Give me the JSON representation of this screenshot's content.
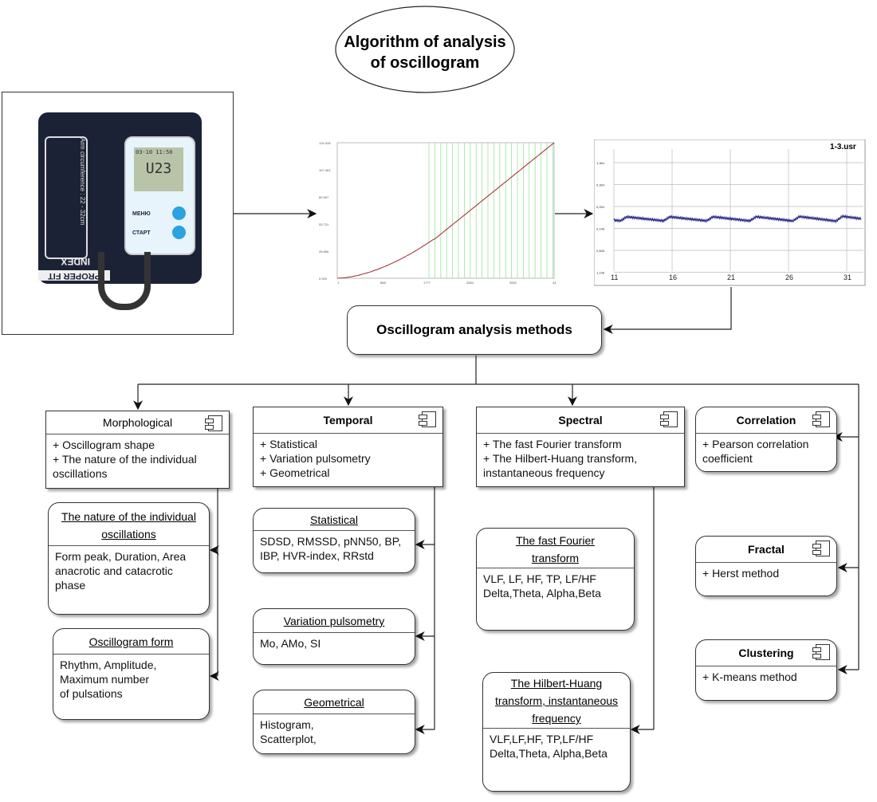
{
  "title": "Algorithm of analysis of oscillogram",
  "device": {
    "screen_date": "03-10",
    "screen_time": "11:50",
    "screen_value": "U23",
    "menu_button": "МЕНЮ",
    "start_button": "СТАРТ",
    "cuff_labels": [
      "INDEX",
      "PROPER FIT",
      "Arm circumference : 22 - 32cm"
    ]
  },
  "chart1": {
    "y_ticks": [
      "0.000",
      "26.866",
      "53.731",
      "80.597",
      "107.463",
      "134.328"
    ],
    "x_ticks": [
      "1",
      "888",
      "1777",
      "2664",
      "3552",
      "44.."
    ]
  },
  "chart2": {
    "title": "1-3.usr",
    "x_ticks": [
      "11",
      "16",
      "21",
      "26",
      "31"
    ],
    "y_ticks": [
      "1,364",
      "0,364",
      "0,264",
      "0,148",
      "0,848",
      "1,148"
    ]
  },
  "methods": {
    "label": "Oscillogram analysis methods"
  },
  "morphological": {
    "title": "Morphological",
    "items": [
      "+ Oscillogram shape",
      "+ The nature of the individual oscillations"
    ]
  },
  "temporal": {
    "title": "Temporal",
    "items": [
      "+ Statistical",
      "+ Variation pulsometry",
      "+ Geometrical"
    ]
  },
  "spectral": {
    "title": "Spectral",
    "items": [
      "+ The fast Fourier transform",
      "+ The Hilbert-Huang transform, instantaneous frequency"
    ]
  },
  "correlation": {
    "title": "Correlation",
    "items": [
      "+ Pearson correlation coefficient"
    ]
  },
  "fractal": {
    "title": "Fractal",
    "items": [
      "+ Herst method"
    ]
  },
  "clustering": {
    "title": "Clustering",
    "items": [
      "+ K-means method"
    ]
  },
  "nature": {
    "title": "The nature of the individual oscillations",
    "body": "Form peak, Duration, Area anacrotic and catacrotic phase"
  },
  "form": {
    "title": "Oscillogram form",
    "body": "Rhythm, Amplitude, Maximum number of pulsations"
  },
  "statistical": {
    "title": "Statistical",
    "body": "SDSD, RMSSD, pNN50, BP, IBP, HVR-index, RRstd"
  },
  "variation": {
    "title": "Variation pulsometry",
    "body": "Mo, AMo, SI"
  },
  "geometrical": {
    "title": "Geometrical",
    "body": "Histogram, Scatterplot,"
  },
  "fft": {
    "title": "The fast Fourier transform",
    "body": "VLF, LF, HF, TP, LF/HF Delta,Theta, Alpha,Beta"
  },
  "hht": {
    "title": "The Hilbert-Huang transform, instantaneous frequency",
    "body": "VLF,LF,HF, TP,LF/HF Delta,Theta, Alpha,Beta"
  }
}
